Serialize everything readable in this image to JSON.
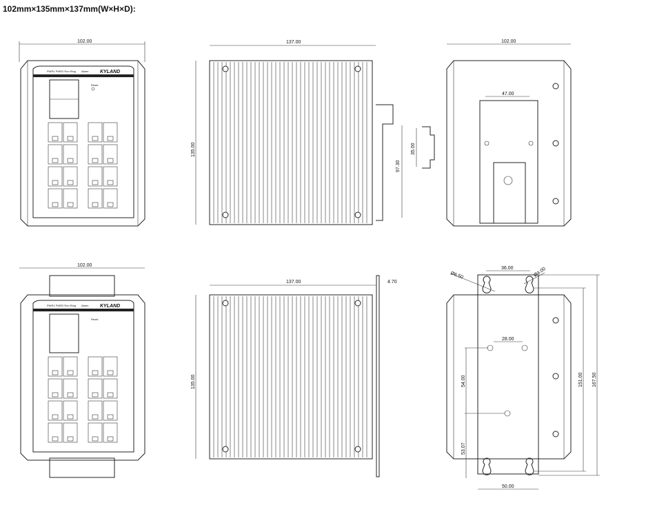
{
  "title": "102mm×135mm×137mm(W×H×D):",
  "front_view": {
    "width_dim": "102.00",
    "leds": "PWR1 PWR2 Run Ring",
    "alarm": "Alarm",
    "logo": "KYLAND",
    "reset": "Reset"
  },
  "side_view": {
    "depth_dim": "137.00",
    "height_dim": "135.00",
    "rail_height_dim": "97.30"
  },
  "din_rail": {
    "rail_dim": "35.00"
  },
  "rear_view": {
    "width_dim": "102.00",
    "clip_dim": "47.00"
  },
  "front_view_wall": {
    "width_dim": "102.00",
    "leds": "PWR1 PWR2 Run Ring",
    "alarm": "Alarm",
    "logo": "KYLAND",
    "reset": "Reset"
  },
  "side_view_wall": {
    "depth_dim": "137.00",
    "height_dim": "135.00",
    "plate_dim": "4.70"
  },
  "rear_view_wall": {
    "hole_large": "Ø6.50",
    "hole_spacing_top": "36.00",
    "hole_small": "Ø4.00",
    "screw_spacing": "28.00",
    "vertical_spacing": "54.00",
    "bottom_offset": "53.07",
    "hole_pitch": "151.00",
    "total_height": "167.50",
    "plate_width": "50.00"
  }
}
